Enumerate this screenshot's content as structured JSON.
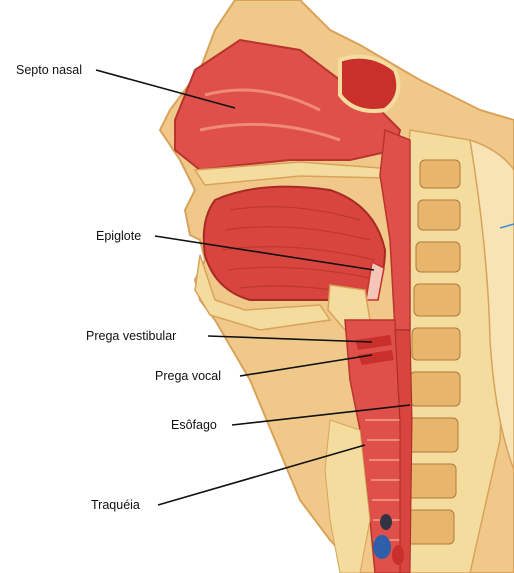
{
  "labels": {
    "septo_nasal": "Septo nasal",
    "epiglote": "Epiglote",
    "prega_vestibular": "Prega vestibular",
    "prega_vocal": "Prega vocal",
    "esofago": "Esôfago",
    "traqueia": "Traquéia"
  },
  "colors": {
    "mucosa": "#e0504a",
    "mucosa_light": "#f08a7a",
    "muscle": "#c9302c",
    "bone": "#f3dc9e",
    "bone_dark": "#d9a25a",
    "skin": "#f0c98a",
    "leader": "#111111",
    "pointer": "#3a8fd6"
  }
}
